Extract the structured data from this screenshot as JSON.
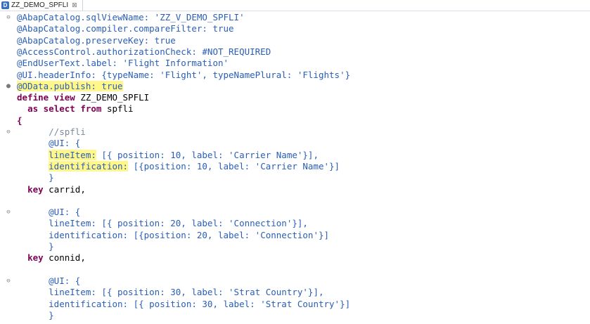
{
  "tab": {
    "icon_letter": "D",
    "title": "ZZ_DEMO_SPFLI",
    "close_glyph": "⊠"
  },
  "code_lines": [
    {
      "marker": "⊖",
      "text": "@AbapCatalog.sqlViewName: 'ZZ_V_DEMO_SPFLI'"
    },
    {
      "marker": "",
      "text": "@AbapCatalog.compiler.compareFilter: true"
    },
    {
      "marker": "",
      "text": "@AbapCatalog.preserveKey: true"
    },
    {
      "marker": "",
      "text": "@AccessControl.authorizationCheck: #NOT_REQUIRED"
    },
    {
      "marker": "",
      "text": "@EndUserText.label: 'Flight Information'"
    },
    {
      "marker": "",
      "text": "@UI.headerInfo: {typeName: 'Flight', typeNamePlural: 'Flights'}"
    },
    {
      "marker": "●",
      "text": "@OData.publish: true"
    },
    {
      "marker": "",
      "text": "define view ZZ_DEMO_SPFLI"
    },
    {
      "marker": "",
      "text": "  as select from spfli"
    },
    {
      "marker": "",
      "text": "{"
    },
    {
      "marker": "⊖",
      "text": "      //spfli"
    },
    {
      "marker": "",
      "text": "      @UI: {"
    },
    {
      "marker": "",
      "text": "      lineItem: [{ position: 10, label: 'Carrier Name'}],"
    },
    {
      "marker": "",
      "text": "      identification: [{position: 10, label: 'Carrier Name'}]"
    },
    {
      "marker": "",
      "text": "      }"
    },
    {
      "marker": "",
      "text": "  key carrid,"
    },
    {
      "marker": "",
      "text": ""
    },
    {
      "marker": "⊖",
      "text": "      @UI: {"
    },
    {
      "marker": "",
      "text": "      lineItem: [{ position: 20, label: 'Connection'}],"
    },
    {
      "marker": "",
      "text": "      identification: [{position: 20, label: 'Connection'}]"
    },
    {
      "marker": "",
      "text": "      }"
    },
    {
      "marker": "",
      "text": "  key connid,"
    },
    {
      "marker": "",
      "text": ""
    },
    {
      "marker": "⊖",
      "text": "      @UI: {"
    },
    {
      "marker": "",
      "text": "      lineItem: [{ position: 30, label: 'Strat Country'}],"
    },
    {
      "marker": "",
      "text": "      identification: [{ position: 30, label: 'Strat Country'}]"
    },
    {
      "marker": "",
      "text": "      }"
    }
  ],
  "colors": {
    "annotation": "#2a5eb5",
    "keyword": "#7f0055",
    "comment": "#7a8a9a",
    "highlight": "#fff78a"
  }
}
